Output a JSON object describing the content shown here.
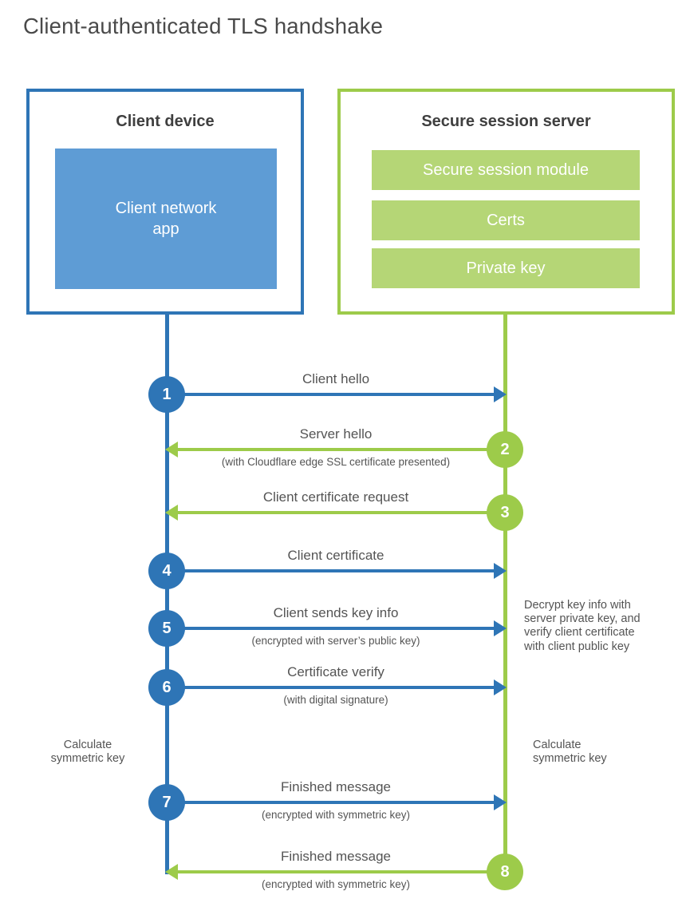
{
  "title": "Client-authenticated TLS handshake",
  "colors": {
    "blue": "#2E75B6",
    "blue_fill": "#5E9CD5",
    "green": "#9DCB4A",
    "green_bar": "#B5D676",
    "label": "#545454"
  },
  "client_box": {
    "title": "Client device",
    "app_label": "Client network\napp"
  },
  "server_box": {
    "title": "Secure session server",
    "modules": [
      "Secure session module",
      "Certs",
      "Private key"
    ]
  },
  "steps": [
    {
      "num": "1",
      "label": "Client hello",
      "sub": "",
      "direction": "right",
      "color": "blue"
    },
    {
      "num": "2",
      "label": "Server hello",
      "sub": "(with Cloudflare edge SSL certificate presented)",
      "direction": "left",
      "color": "green"
    },
    {
      "num": "3",
      "label": "Client certificate request",
      "sub": "",
      "direction": "left",
      "color": "green"
    },
    {
      "num": "4",
      "label": "Client certificate",
      "sub": "",
      "direction": "right",
      "color": "blue"
    },
    {
      "num": "5",
      "label": "Client sends key info",
      "sub": "(encrypted with server’s public key)",
      "direction": "right",
      "color": "blue"
    },
    {
      "num": "6",
      "label": "Certificate verify",
      "sub": "(with digital signature)",
      "direction": "right",
      "color": "blue"
    },
    {
      "num": "7",
      "label": "Finished message",
      "sub": "(encrypted with symmetric key)",
      "direction": "right",
      "color": "blue"
    },
    {
      "num": "8",
      "label": "Finished message",
      "sub": "(encrypted with symmetric key)",
      "direction": "left",
      "color": "green"
    }
  ],
  "annotations": {
    "decrypt_note": "Decrypt key info with\nserver private key, and\nverify client certificate\nwith client public key",
    "calc_left": "Calculate\nsymmetric key",
    "calc_right": "Calculate\nsymmetric key"
  }
}
